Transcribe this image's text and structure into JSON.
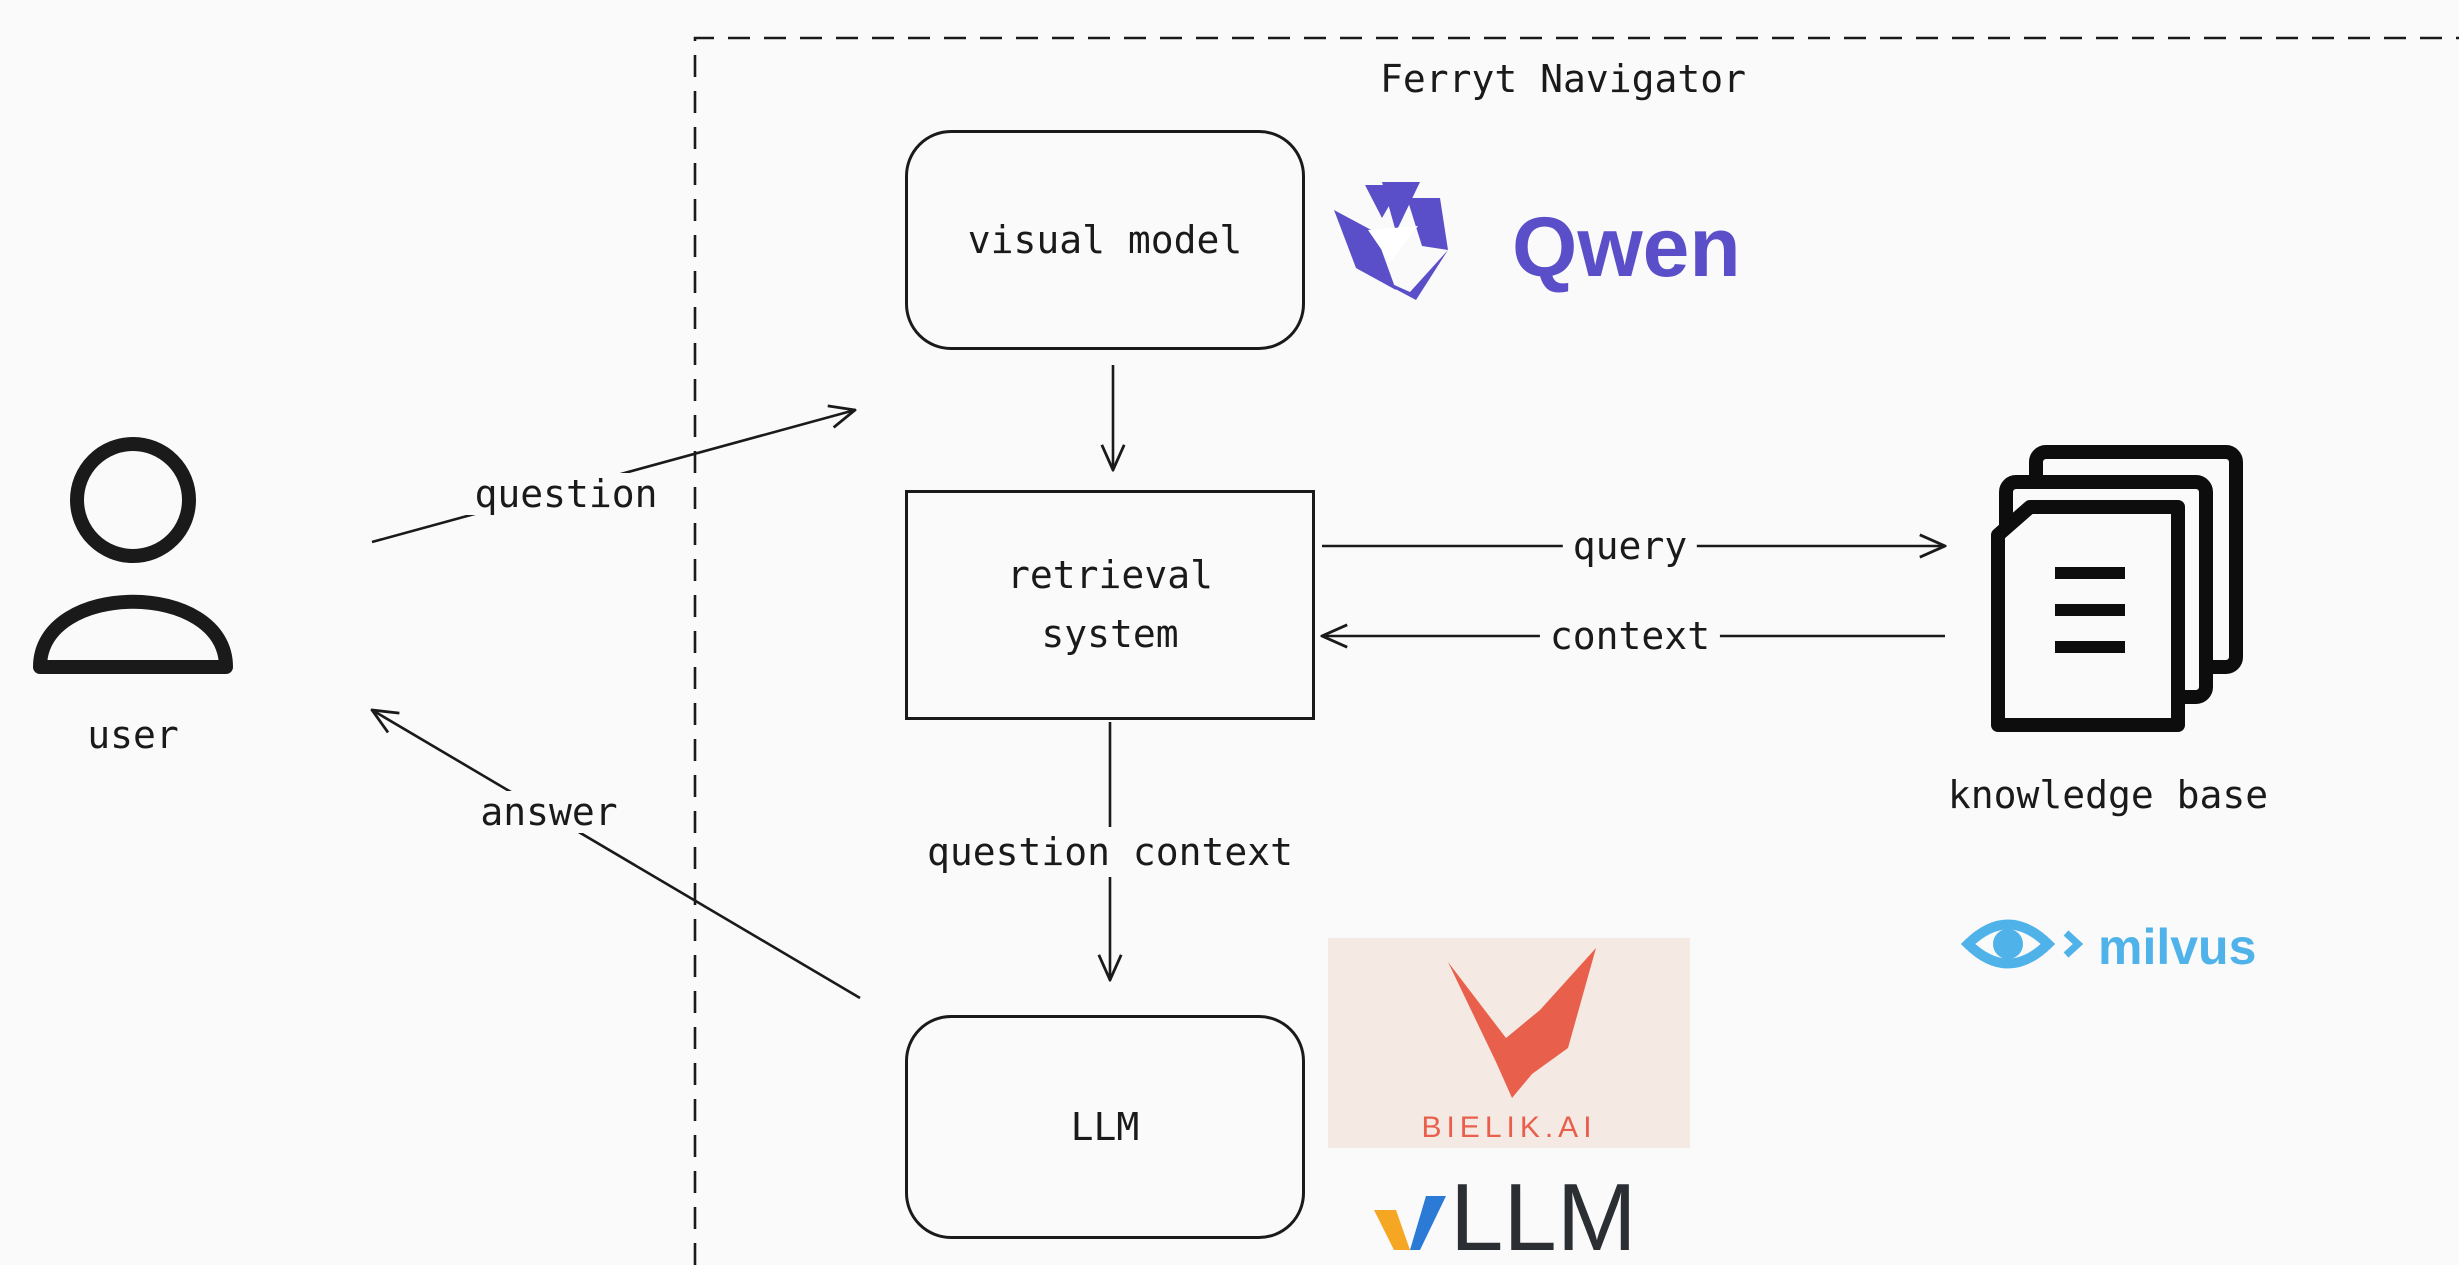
{
  "diagram": {
    "frame_title": "Ferryt Navigator",
    "nodes": {
      "user": "user",
      "visual_model": "visual model",
      "retrieval_system_line1": "retrieval",
      "retrieval_system_line2": "system",
      "llm": "LLM",
      "knowledge_base": "knowledge base"
    },
    "edges": {
      "question": "question",
      "answer": "answer",
      "query": "query",
      "context": "context",
      "question_context": "question context"
    },
    "logos": {
      "qwen": "Qwen",
      "milvus": "milvus",
      "bielik": "BIELIK.AI",
      "vllm": "LLM"
    },
    "colors": {
      "qwen": "#5a4fc8",
      "milvus": "#4fb3ea",
      "bielik": "#e8604c",
      "vllm_accent": "#f5a623",
      "vllm_accent2": "#2b7bd6",
      "ink": "#1a1a1a"
    }
  }
}
